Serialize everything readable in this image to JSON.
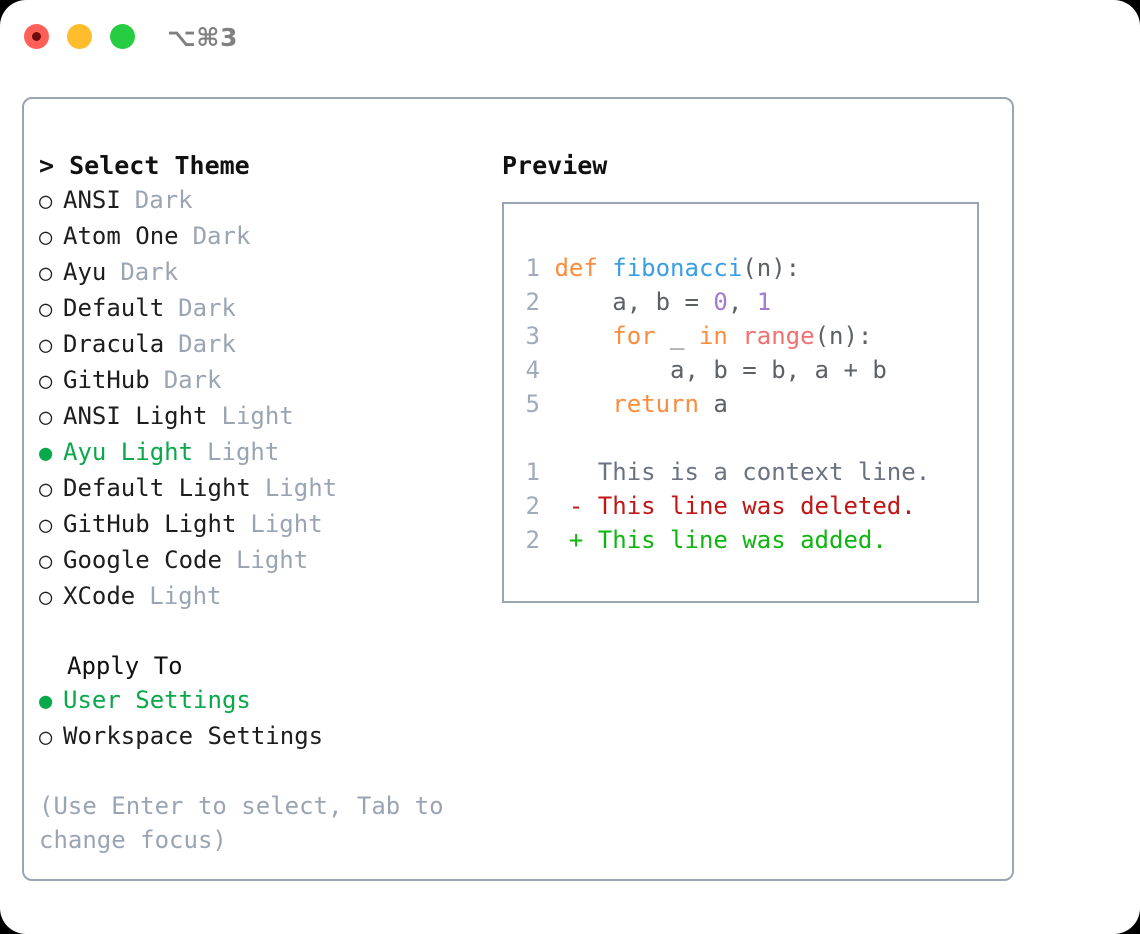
{
  "window": {
    "shortcut": "⌥⌘3",
    "lights": [
      {
        "name": "close",
        "color": "#ff5f56"
      },
      {
        "name": "minimize",
        "color": "#ffbd2e"
      },
      {
        "name": "zoom",
        "color": "#26cc41"
      }
    ]
  },
  "theme_section": {
    "prompt": "> Select Theme",
    "selected_marker": "●",
    "unselected_marker": "○",
    "items": [
      {
        "label": "ANSI",
        "kind": "Dark",
        "selected": false
      },
      {
        "label": "Atom One",
        "kind": "Dark",
        "selected": false
      },
      {
        "label": "Ayu",
        "kind": "Dark",
        "selected": false
      },
      {
        "label": "Default",
        "kind": "Dark",
        "selected": false
      },
      {
        "label": "Dracula",
        "kind": "Dark",
        "selected": false
      },
      {
        "label": "GitHub",
        "kind": "Dark",
        "selected": false
      },
      {
        "label": "ANSI Light",
        "kind": "Light",
        "selected": false
      },
      {
        "label": "Ayu Light",
        "kind": "Light",
        "selected": true
      },
      {
        "label": "Default Light",
        "kind": "Light",
        "selected": false
      },
      {
        "label": "GitHub Light",
        "kind": "Light",
        "selected": false
      },
      {
        "label": "Google Code",
        "kind": "Light",
        "selected": false
      },
      {
        "label": "XCode",
        "kind": "Light",
        "selected": false
      }
    ]
  },
  "apply_section": {
    "heading": "Apply To",
    "items": [
      {
        "label": "User Settings",
        "selected": true
      },
      {
        "label": "Workspace Settings",
        "selected": false
      }
    ]
  },
  "hint": "(Use Enter to select, Tab to change focus)",
  "preview": {
    "heading": "Preview",
    "code_lines": [
      {
        "num": "1",
        "tokens": [
          {
            "t": "def ",
            "c": "kw"
          },
          {
            "t": "fibonacci",
            "c": "fn"
          },
          {
            "t": "(n):",
            "c": "punc"
          }
        ]
      },
      {
        "num": "2",
        "tokens": [
          {
            "t": "    a, b = ",
            "c": "txt"
          },
          {
            "t": "0",
            "c": "num"
          },
          {
            "t": ", ",
            "c": "txt"
          },
          {
            "t": "1",
            "c": "num"
          }
        ]
      },
      {
        "num": "3",
        "tokens": [
          {
            "t": "    ",
            "c": "txt"
          },
          {
            "t": "for",
            "c": "kw"
          },
          {
            "t": " _ ",
            "c": "txt"
          },
          {
            "t": "in",
            "c": "kw"
          },
          {
            "t": " ",
            "c": "txt"
          },
          {
            "t": "range",
            "c": "call"
          },
          {
            "t": "(n):",
            "c": "punc"
          }
        ]
      },
      {
        "num": "4",
        "tokens": [
          {
            "t": "        a, b = b, a + b",
            "c": "txt"
          }
        ]
      },
      {
        "num": "5",
        "tokens": [
          {
            "t": "    ",
            "c": "txt"
          },
          {
            "t": "return",
            "c": "kw"
          },
          {
            "t": " a",
            "c": "txt"
          }
        ]
      }
    ],
    "diff_lines": [
      {
        "num": "1",
        "sign": " ",
        "text": " This is a context line.",
        "kind": "ctx"
      },
      {
        "num": "2",
        "sign": "-",
        "text": " This line was deleted.",
        "kind": "del"
      },
      {
        "num": "2",
        "sign": "+",
        "text": " This line was added.",
        "kind": "add"
      }
    ]
  },
  "colors": {
    "accent_green": "#09a84a",
    "muted": "#9aa5b4",
    "border": "#9aa5b4",
    "keyword": "#fa8d3e",
    "function": "#399ee6",
    "number": "#a37acc",
    "call": "#f07171",
    "diff_add": "#11b511",
    "diff_del": "#c01616"
  }
}
